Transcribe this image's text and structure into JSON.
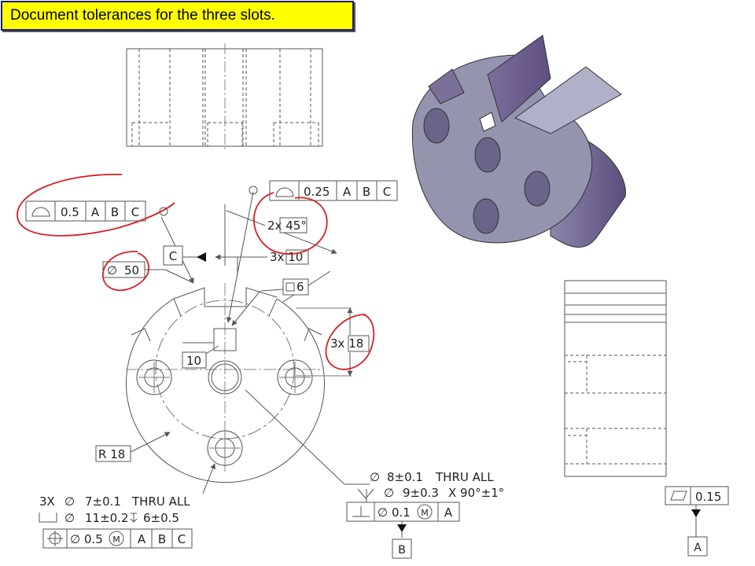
{
  "title": "Document tolerances for the three slots.",
  "colors": {
    "banner_bg": "#ffff00",
    "banner_border": "#1a1a8a",
    "markup": "#d4202a",
    "line": "#555555",
    "model": "#9a9ab8"
  },
  "callouts": {
    "profile_left": {
      "value": "0.5",
      "refs": [
        "A",
        "B",
        "C"
      ]
    },
    "profile_top": {
      "value": "0.25",
      "refs": [
        "A",
        "B",
        "C"
      ]
    },
    "chamfer": "2x 45°",
    "slot_spacing": "3x 10",
    "datum_c": "C",
    "diameter_50": {
      "symbol": "∅",
      "value": "50"
    },
    "square_6": "6",
    "slot_width": "3x 18",
    "offset_10": "10",
    "radius": "R 18",
    "center_hole": {
      "line1": {
        "value": "8±0.1",
        "note": "THRU ALL"
      },
      "line2": {
        "value": "9±0.3",
        "note": "X 90°±1°"
      },
      "fcf": {
        "value": "0.1",
        "modifier": "M",
        "refs": [
          "A"
        ]
      },
      "datum": "B"
    },
    "bolt_holes": {
      "line1": {
        "count": "3X",
        "value": "7±0.1",
        "note": "THRU ALL"
      },
      "line2": {
        "value": "11±0.2",
        "depth": "6±0.5"
      },
      "fcf": {
        "value": "0.5",
        "modifier": "M",
        "refs": [
          "A",
          "B",
          "C"
        ]
      }
    },
    "flatness": {
      "value": "0.15",
      "datum": "A"
    }
  }
}
